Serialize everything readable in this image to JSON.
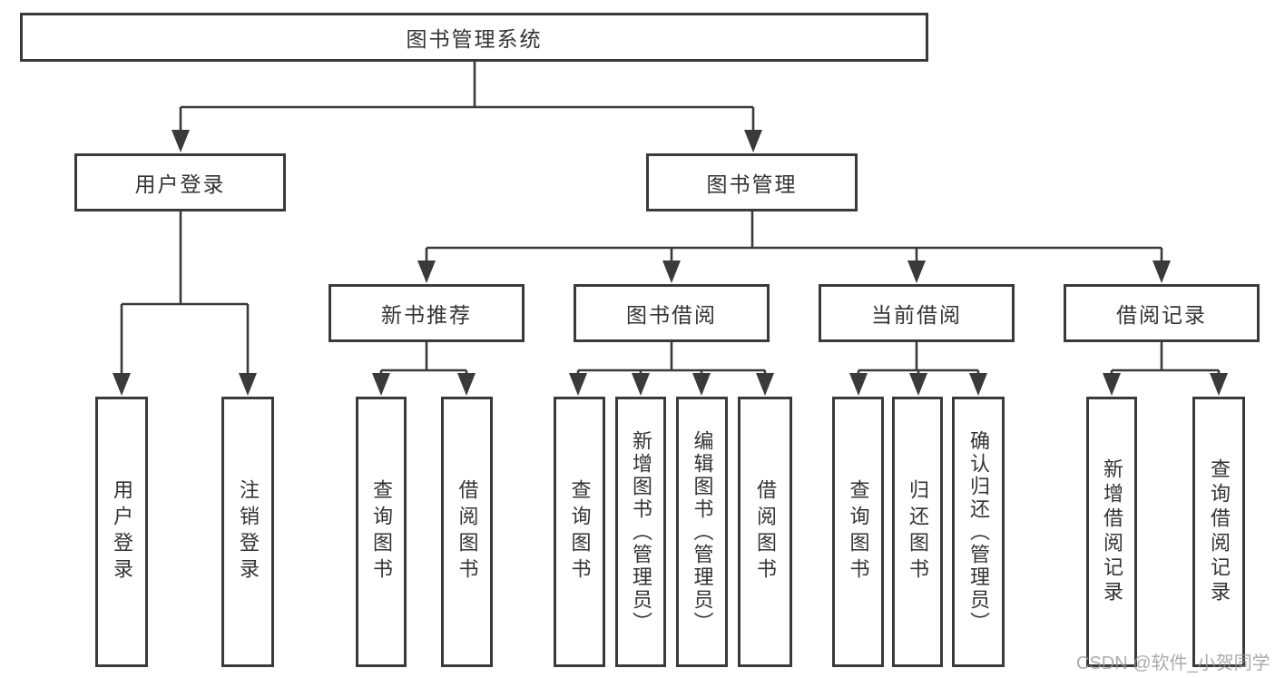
{
  "diagram": {
    "root": {
      "label": "图书管理系统"
    },
    "user_login": {
      "label": "用户登录",
      "children": [
        {
          "label": "用户登录"
        },
        {
          "label": "注销登录"
        }
      ]
    },
    "book_mgmt": {
      "label": "图书管理",
      "sections": {
        "new_book": {
          "label": "新书推荐",
          "children": [
            {
              "label": "查询图书"
            },
            {
              "label": "借阅图书"
            }
          ]
        },
        "book_borrow": {
          "label": "图书借阅",
          "children": [
            {
              "label": "查询图书"
            },
            {
              "label": "新增图书（管理员）"
            },
            {
              "label": "编辑图书（管理员）"
            },
            {
              "label": "借阅图书"
            }
          ]
        },
        "current_borrow": {
          "label": "当前借阅",
          "children": [
            {
              "label": "查询图书"
            },
            {
              "label": "归还图书"
            },
            {
              "label": "确认归还（管理员）"
            }
          ]
        },
        "borrow_record": {
          "label": "借阅记录",
          "children": [
            {
              "label": "新增借阅记录"
            },
            {
              "label": "查询借阅记录"
            }
          ]
        }
      }
    }
  },
  "watermark": {
    "text": "CSDN @软件_小贺同学"
  },
  "colors": {
    "line": "#3a3a3a",
    "text": "#333333",
    "watermark": "#9a9a9a",
    "background": "#ffffff"
  }
}
